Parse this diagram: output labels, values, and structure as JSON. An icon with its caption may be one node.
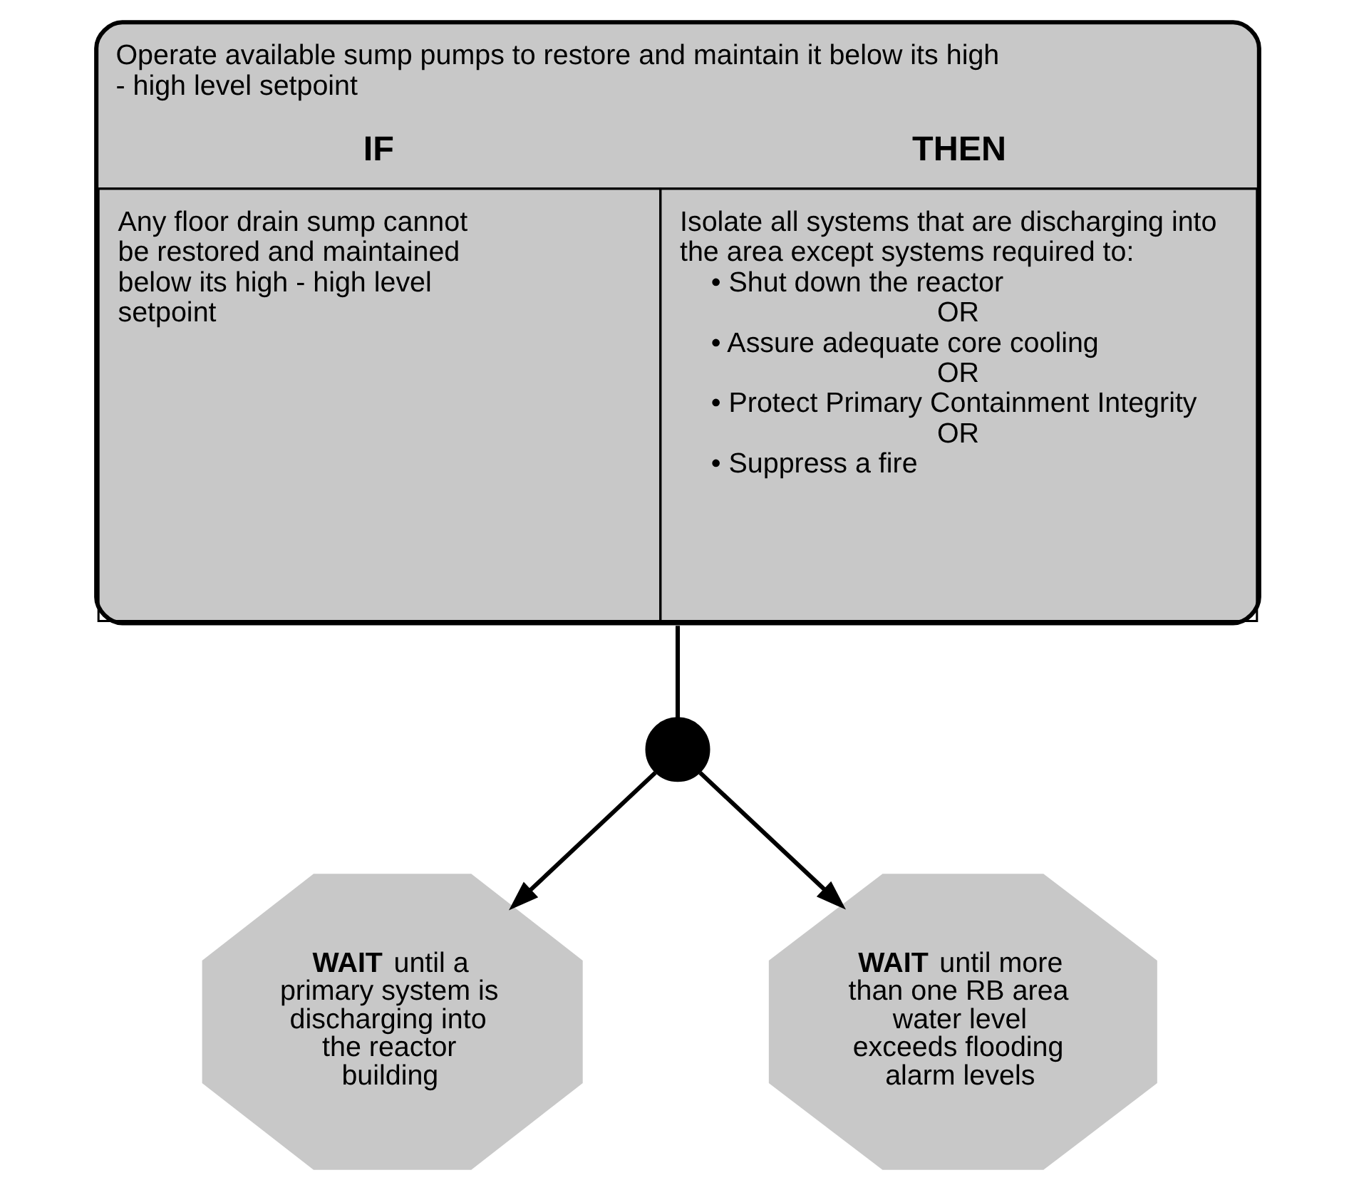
{
  "diagram": {
    "nodes": [
      {
        "text": [
          "Operate available sump pumps to restore and maintain it below its high - high level setpoint",
          "IF",
          "THEN",
          "Any floor drain sump cannot be restored and maintained below its high - high level setpoint",
          "Isolate all systems that are discharging into the area except systems required to:",
          "• Shut down the reactor",
          "OR",
          "• Assure adequate core cooling",
          "OR",
          "• Protect Primary Containment Integrity",
          "OR",
          "• Suppress a fire"
        ]
      },
      {
        "text": [],
        "shape": "circle"
      },
      {
        "text": [
          "**WAIT** until a primary system is discharging into the reactor building"
        ]
      },
      {
        "text": [
          "**WAIT** until more than one RB area water level exceeds flooding alarm levels"
        ]
      }
    ],
    "edges": [
      {
        "from": 0,
        "to": 1,
        "arrow": "none"
      },
      {
        "from": 1,
        "to": 2,
        "arrow": "to"
      },
      {
        "from": 1,
        "to": 3,
        "arrow": "to"
      }
    ]
  }
}
